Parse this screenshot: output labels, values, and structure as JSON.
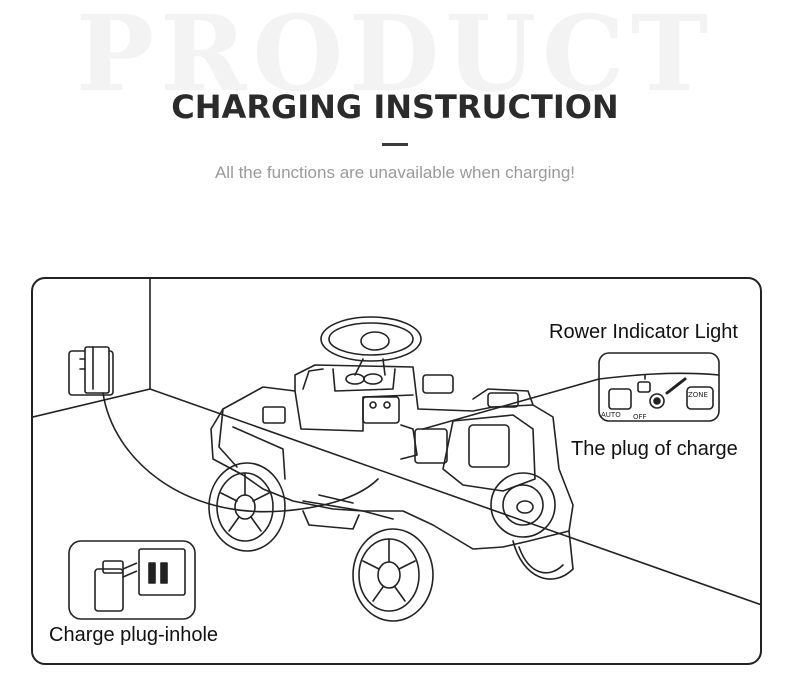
{
  "watermark": "PRODUCT",
  "title": "CHARGING INSTRUCTION",
  "subtitle": "All the functions are unavailable when charging!",
  "labels": {
    "indicator_light": "Rower Indicator Light",
    "charge_plug": "The plug of charge",
    "plug_inhole": "Charge plug-inhole"
  },
  "panel_text": {
    "auto": "AUTO",
    "zone": "ZONE",
    "off": "OFF"
  }
}
